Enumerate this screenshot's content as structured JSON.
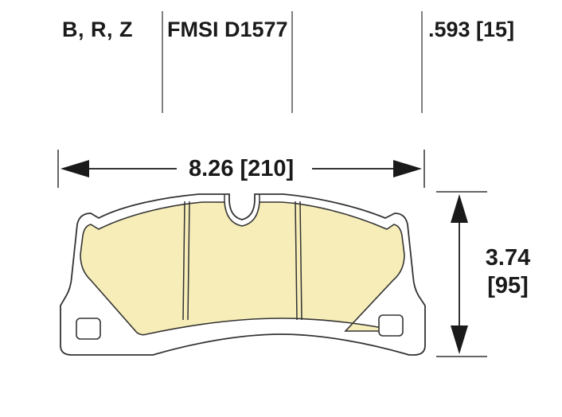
{
  "header": {
    "compounds": "B, R, Z",
    "fmsi": "FMSI D1577",
    "thickness": ".593 [15]"
  },
  "dimensions": {
    "width": "8.26 [210]",
    "height_in": "3.74",
    "height_mm": "[95]"
  },
  "colors": {
    "line": "#333333",
    "pad_fill": "#f6edb8",
    "text": "#1a1a1a"
  }
}
